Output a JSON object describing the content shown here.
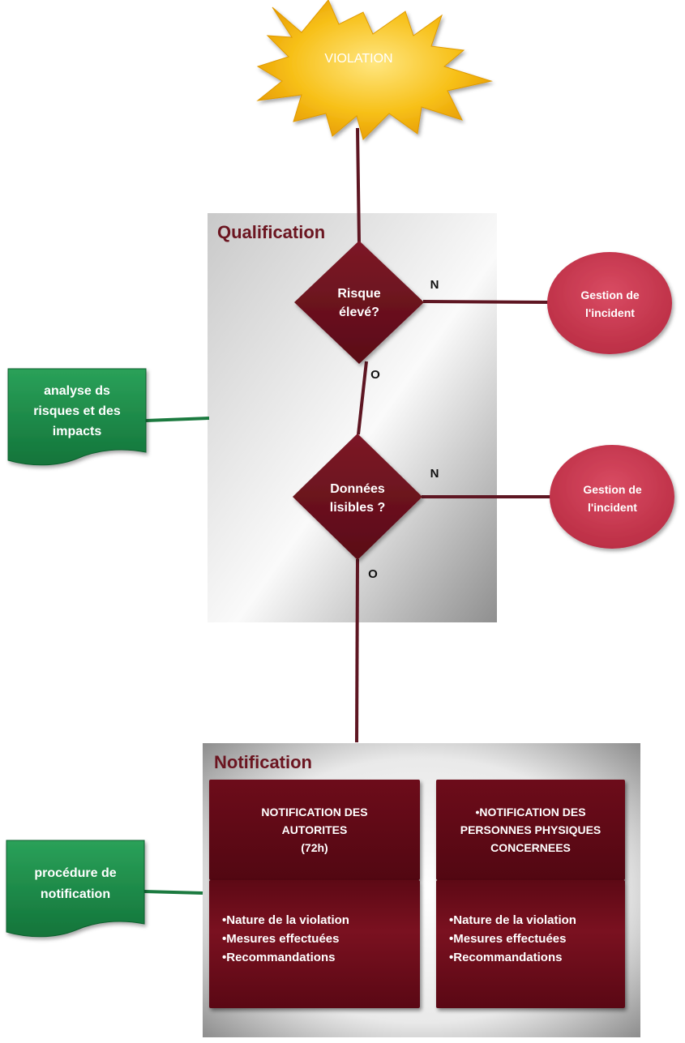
{
  "start": {
    "label": "VIOLATION"
  },
  "qualification": {
    "title": "Qualification",
    "decision1": {
      "line1": "Risque",
      "line2": "élevé?",
      "no": "N",
      "yes": "O"
    },
    "decision2": {
      "line1": "Données",
      "line2": "lisibles ?",
      "no": "N",
      "yes": "O"
    },
    "outcome1": {
      "line1": "Gestion de",
      "line2": "l'incident"
    },
    "outcome2": {
      "line1": "Gestion de",
      "line2": "l'incident"
    },
    "side_doc": {
      "line1": "analyse ds",
      "line2": "risques et des",
      "line3": "impacts"
    }
  },
  "notification": {
    "title": "Notification",
    "side_doc": {
      "line1": "procédure de",
      "line2": "notification"
    },
    "authorities": {
      "line1": "NOTIFICATION DES",
      "line2": "AUTORITES",
      "line3": "(72h)",
      "items": [
        "•Nature de la violation",
        "•Mesures effectuées",
        "•Recommandations"
      ]
    },
    "persons": {
      "line1": "•NOTIFICATION DES",
      "line2": "PERSONNES PHYSIQUES",
      "line3": "CONCERNEES",
      "items": [
        "•Nature de la violation",
        "•Mesures effectuées",
        "•Recommandations"
      ]
    }
  },
  "colors": {
    "connector": "#5e1622",
    "decision": "#6b1220",
    "outcome": "#c9384f",
    "document": "#1f8a45",
    "star": "#f5b400",
    "panel_title": "#6b1520"
  }
}
